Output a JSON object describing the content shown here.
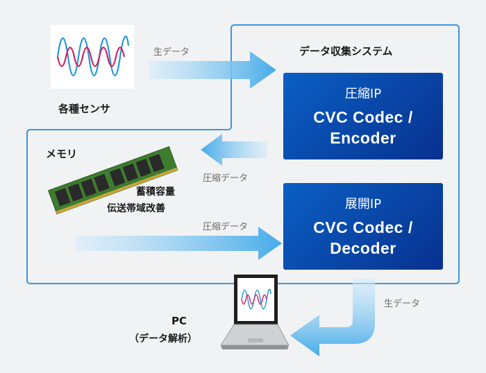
{
  "sensor": {
    "label": "各種センサ"
  },
  "flow_labels": {
    "raw_in": "生データ",
    "compressed_out": "圧縮データ",
    "compressed_in": "圧縮データ",
    "raw_out": "生データ"
  },
  "system": {
    "title": "データ収集システム"
  },
  "encoder": {
    "name": "圧縮IP",
    "codec_line1": "CVC Codec /",
    "codec_line2": "Encoder"
  },
  "decoder": {
    "name": "展開IP",
    "codec_line1": "CVC Codec /",
    "codec_line2": "Decoder"
  },
  "memory": {
    "title": "メモリ",
    "note_line1": "蓄積容量",
    "note_line2": "伝送帯域改善"
  },
  "pc": {
    "label_line1": "PC",
    "label_line2": "（データ解析）"
  },
  "colors": {
    "background": "#f1f2f3",
    "system_outline": "#3b97dd",
    "ip_gradient_start": "#0a5fc4",
    "ip_gradient_end": "#08318f",
    "arrow_light": "#cfe9fb",
    "arrow_dark": "#44abe9",
    "wave_blue": "#2596d8",
    "wave_red": "#cf2263"
  }
}
